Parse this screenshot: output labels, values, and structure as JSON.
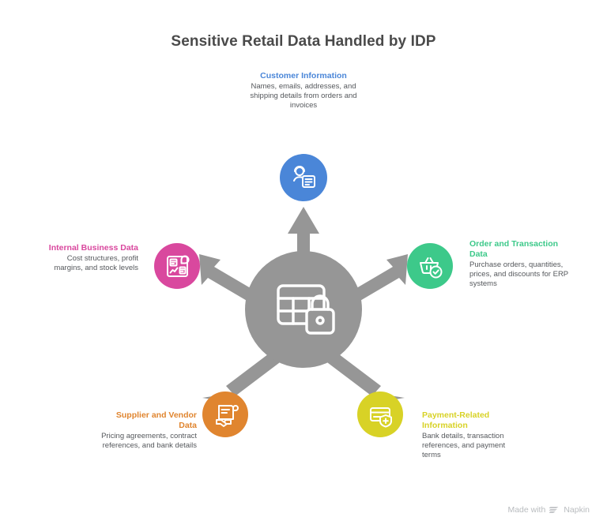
{
  "title": "Sensitive Retail Data Handled by IDP",
  "hub": {
    "icon": "locked-table-icon",
    "color": "#969696"
  },
  "footer": {
    "made_with": "Made with",
    "brand": "Napkin",
    "logo_icon": "napkin-logo-icon"
  },
  "nodes": [
    {
      "id": "customer-information",
      "title": "Customer Information",
      "description": "Names, emails, addresses, and shipping details from orders and invoices",
      "color": "#4a86d8",
      "icon": "customer-id-card-icon",
      "align": "center"
    },
    {
      "id": "order-and-transaction-data",
      "title": "Order and Transaction Data",
      "description": "Purchase orders, quantities, prices, and discounts for ERP systems",
      "color": "#3dc98a",
      "icon": "basket-check-icon",
      "align": "left"
    },
    {
      "id": "payment-related-information",
      "title": "Payment-Related Information",
      "description": "Bank details, transaction references, and payment terms",
      "color": "#d8d226",
      "icon": "card-shield-icon",
      "align": "left"
    },
    {
      "id": "supplier-and-vendor-data",
      "title": "Supplier and Vendor Data",
      "description": "Pricing agreements, contract references, and bank details",
      "color": "#e0852f",
      "icon": "contract-handshake-icon",
      "align": "right"
    },
    {
      "id": "internal-business-data",
      "title": "Internal Business Data",
      "description": "Cost structures, profit margins, and stock levels",
      "color": "#d9489e",
      "icon": "analytics-dashboard-icon",
      "align": "right"
    }
  ]
}
